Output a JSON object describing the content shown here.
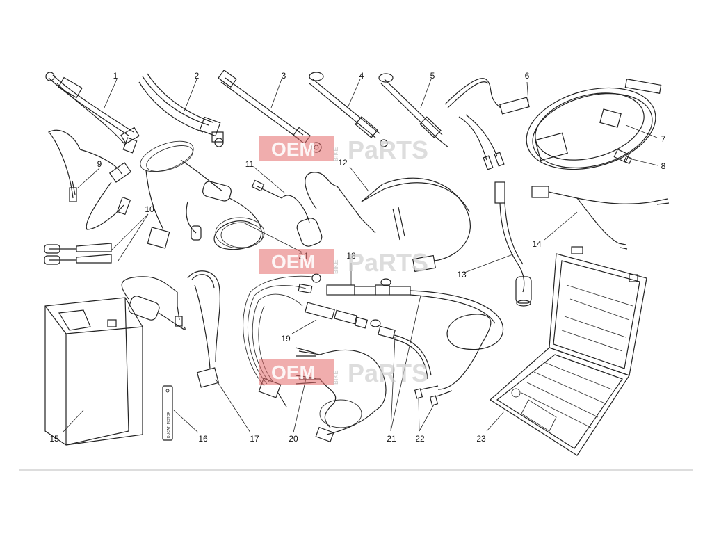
{
  "labels": [
    "1",
    "2",
    "3",
    "4",
    "5",
    "6",
    "7",
    "8",
    "9",
    "10",
    "11",
    "12",
    "13",
    "14",
    "15",
    "16",
    "17",
    "18",
    "19",
    "20",
    "21",
    "22",
    "23",
    "24"
  ],
  "watermark": {
    "word1": "OEM",
    "word2": "BIKE",
    "word3": "PaRTS"
  },
  "tag_text": "DUCATI MOTOR",
  "colors": {
    "line": "#222222",
    "watermark": "#e46a6a",
    "background": "#ffffff"
  }
}
